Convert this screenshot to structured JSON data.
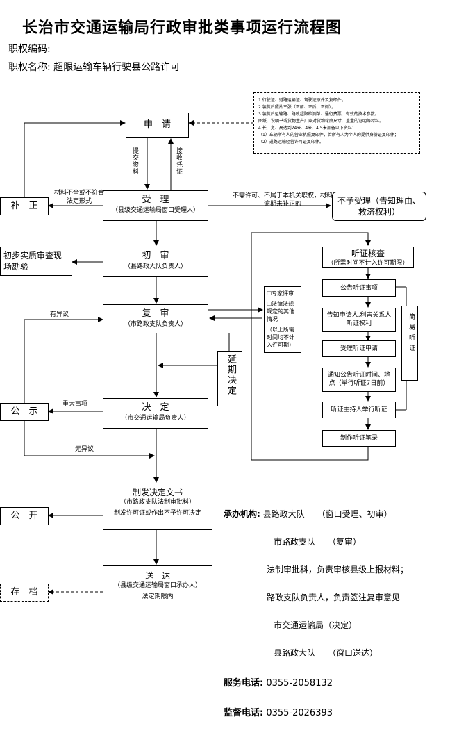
{
  "title": "长治市交通运输局行政审批类事项运行流程图",
  "code_label": "职权编码:",
  "name_label": "职权名称:",
  "name_value": "超限运输车辆行驶县公路许可",
  "materials": [
    "1.行驶证、道路运输证、驾驶证原件及复印件；",
    "2.装货后照片三张（正前、正后、正侧）；",
    "3.装货后运输路、路政超限检测单、通行费票、有效的技术参数。",
    "图纸、说明书或货物生产厂家对货物轮廓尺寸、重量的证明等材料。",
    "4.长、宽、高达到24米、4米、4.5米加备以下资料：",
    "（1）车辆所有人的营业执照复印件，若所有人为个人的提供身份证复印件；",
    "（2）道路运输经营许可证复印件。"
  ],
  "apply": "申　请",
  "submit": "提交资料",
  "receive": "接收凭证",
  "accept": {
    "title": "受　理",
    "sub": "（县级交通运输局窗口受理人）"
  },
  "incomplete": "材料不全或不符合法定形式",
  "supplement": "补　正",
  "no_permit_note": "不需许可、不属于本机关职权，材料逾期未补正的",
  "reject": "不予受理（告知理由、救济权利）",
  "initial": {
    "title": "初　审",
    "sub": "（县路政大队负责人）"
  },
  "site_check": "初步实质审查现场勘验",
  "review": {
    "title": "复　审",
    "sub": "（市路政支队负责人）"
  },
  "delay": "延期决定",
  "dispute": "有异议",
  "expert": {
    "a": "☐专家评审",
    "b": "☐法律法规规定的其他情况",
    "c": "（以上所需时间均不计入许可期）"
  },
  "hearing": {
    "title": "听证核查",
    "sub": "（所需时间不计入许可期限）",
    "steps": [
      "公告听证事项",
      "告知申请人,利害关系人听证权利",
      "受理听证申请",
      "通知公告听证时间、地点（举行听证7日前）",
      "听证主持人举行听证",
      "制作听证笔录"
    ],
    "simple": "简易听证"
  },
  "major": "重大事项",
  "publicize": "公　示",
  "decide": {
    "title": "决　定",
    "sub": "（市交通运输局负责人）"
  },
  "no_dispute": "无异议",
  "issue": {
    "title": "制发决定文书",
    "sub": "（市路政支队法制审批科）",
    "note": "制发许可证或作出不予许可决定"
  },
  "publish": "公　开",
  "deliver": {
    "title": "送　达",
    "sub": "（县级交通运输局窗口承办人）",
    "note": "法定期限内"
  },
  "archive": "存　档",
  "org_label": "承办机构:",
  "orgs": [
    "县路政大队　　（窗口受理、初审）",
    "市路政支队　　（复审）",
    "法制审批科，负责审核县级上报材料；",
    "路政支队负责人，负责签注复审意见",
    "市交通运输局（决定）",
    "县路政大队　　（窗口送达）"
  ],
  "service_label": "服务电话:",
  "service_phone": "0355-2058132",
  "supervise_label": "监督电话:",
  "supervise_phone": "0355-2026393"
}
